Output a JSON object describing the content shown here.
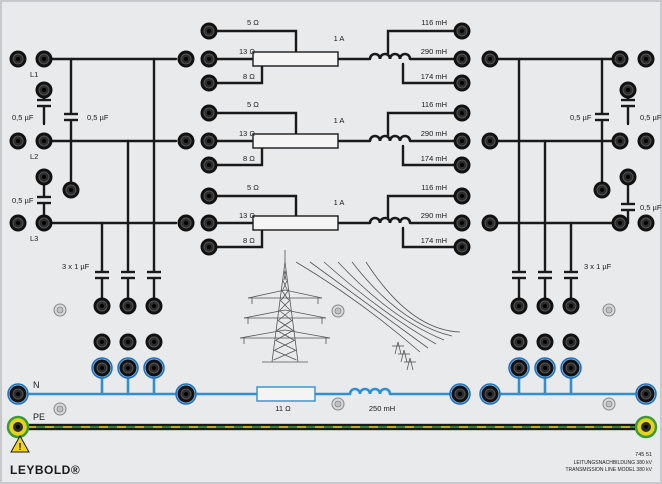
{
  "colors": {
    "panel": "#e9eaec",
    "wire": "#1a1a1a",
    "neutral": "#2f8fd0",
    "pe_green": "#3a9a3a",
    "pe_yellow": "#e8d21a",
    "socket": "#111111",
    "blue_ring": "#1e6fc0"
  },
  "phases": [
    {
      "label": "L1"
    },
    {
      "label": "L2"
    },
    {
      "label": "L3"
    }
  ],
  "resistor_labels": [
    "5 Ω",
    "13 Ω",
    "8 Ω"
  ],
  "current_label": "1 A",
  "inductor_labels": [
    "116 mH",
    "290 mH",
    "174 mH"
  ],
  "left_capacitor_labels": [
    "0,5 µF",
    "0,5 µF",
    "0,5 µF"
  ],
  "right_capacitor_labels": [
    "0,5 µF",
    "0,5 µF",
    "0,5 µF"
  ],
  "earth_capacitor_label": "3 x 1 µF",
  "neutral": {
    "label": "N",
    "resistor": "11 Ω",
    "inductor": "250 mH"
  },
  "pe_label": "PE",
  "brand": "LEYBOLD®",
  "model": {
    "number": "745 51",
    "line_de": "LEITUNGSNACHBILDUNG 380 kV",
    "line_en": "TRANSMISSION LINE MODEL 380 kV"
  },
  "icons": [
    "warning-icon",
    "transmission-tower-icon"
  ]
}
